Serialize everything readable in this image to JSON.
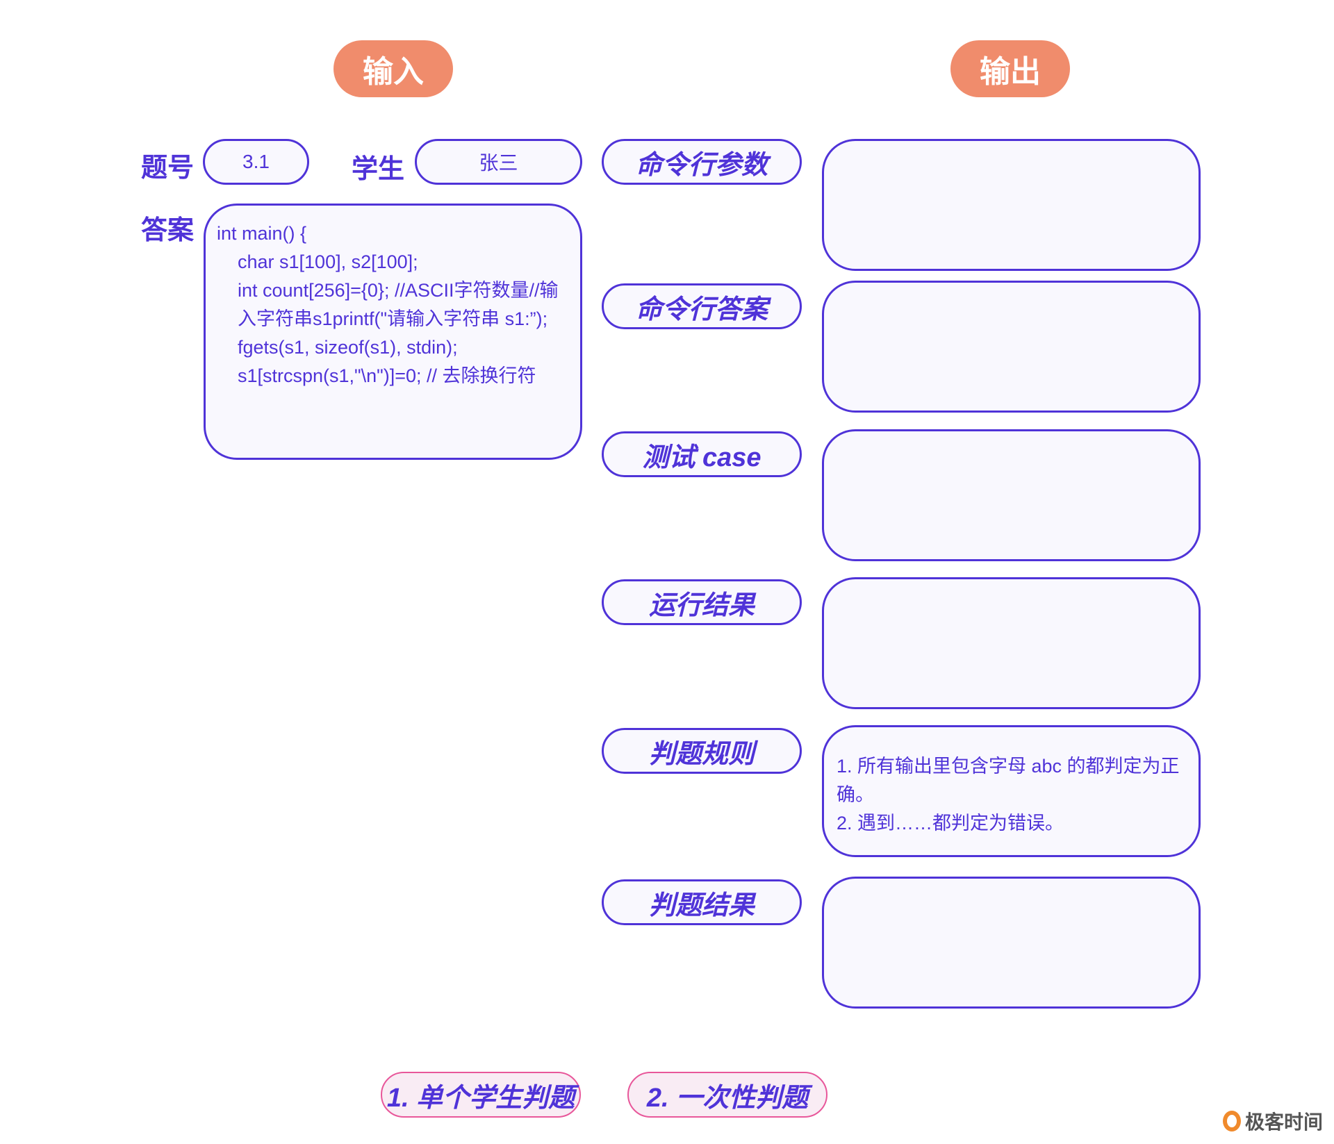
{
  "headers": {
    "input": "输入",
    "output": "输出"
  },
  "input": {
    "question_label": "题号",
    "question_value": "3.1",
    "student_label": "学生",
    "student_value": "张三",
    "answer_label": "答案",
    "answer_lines": [
      "int main() {",
      "char s1[100], s2[100];",
      "int count[256]={0}; //ASCII字符数量//输入字符串s1printf(\"请输入字符串 s1:”);",
      "fgets(s1, sizeof(s1), stdin);",
      "s1[strcspn(s1,\"\\n\")]=0; // 去除换行符"
    ]
  },
  "output": {
    "rows": [
      {
        "label": "命令行参数",
        "content": ""
      },
      {
        "label": "命令行答案",
        "content": ""
      },
      {
        "label": "测试 case",
        "content": ""
      },
      {
        "label": "运行结果",
        "content": ""
      },
      {
        "label": "判题规则",
        "content_lines": [
          "1. 所有输出里包含字母 abc 的都判定为正确。",
          "2. 遇到……都判定为错误。"
        ]
      },
      {
        "label": "判题结果",
        "content": ""
      }
    ]
  },
  "modes": [
    "1. 单个学生判题",
    "2. 一次性判题"
  ],
  "logo": "极客时间",
  "colors": {
    "accent": "#4f33d8",
    "header": "#f08c6c",
    "mode_border": "#e8579a"
  }
}
